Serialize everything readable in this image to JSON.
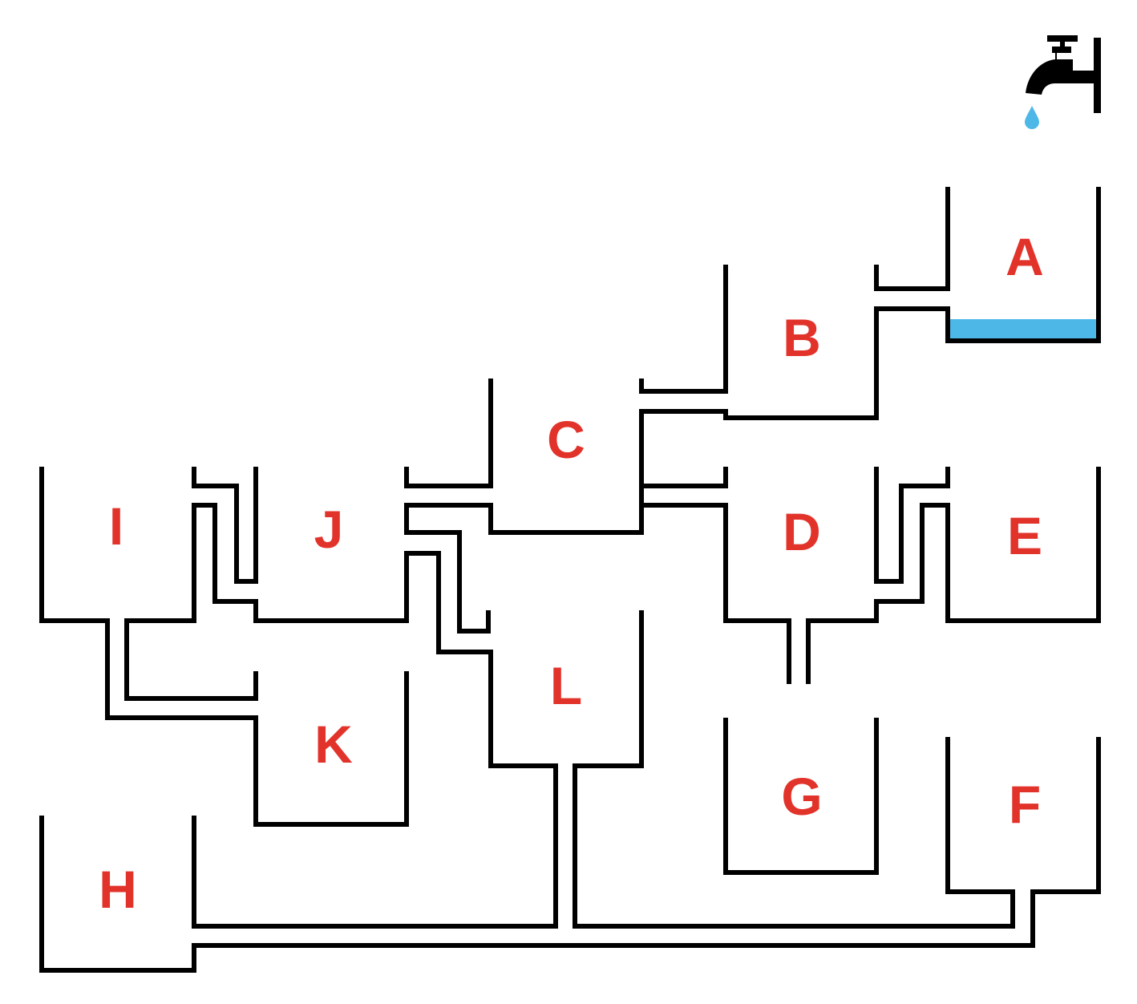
{
  "colors": {
    "line": "#000000",
    "label": "#e2332b",
    "water": "#4db8e8",
    "background": "#ffffff"
  },
  "faucet": {
    "icon": "faucet-icon",
    "drop_icon": "water-drop-icon"
  },
  "tanks": [
    {
      "id": "a",
      "label": "A",
      "filled": true
    },
    {
      "id": "b",
      "label": "B",
      "filled": false
    },
    {
      "id": "c",
      "label": "C",
      "filled": false
    },
    {
      "id": "d",
      "label": "D",
      "filled": false
    },
    {
      "id": "e",
      "label": "E",
      "filled": false
    },
    {
      "id": "f",
      "label": "F",
      "filled": false
    },
    {
      "id": "g",
      "label": "G",
      "filled": false
    },
    {
      "id": "h",
      "label": "H",
      "filled": false
    },
    {
      "id": "i",
      "label": "I",
      "filled": false
    },
    {
      "id": "j",
      "label": "J",
      "filled": false
    },
    {
      "id": "k",
      "label": "K",
      "filled": false
    },
    {
      "id": "l",
      "label": "L",
      "filled": false
    }
  ]
}
